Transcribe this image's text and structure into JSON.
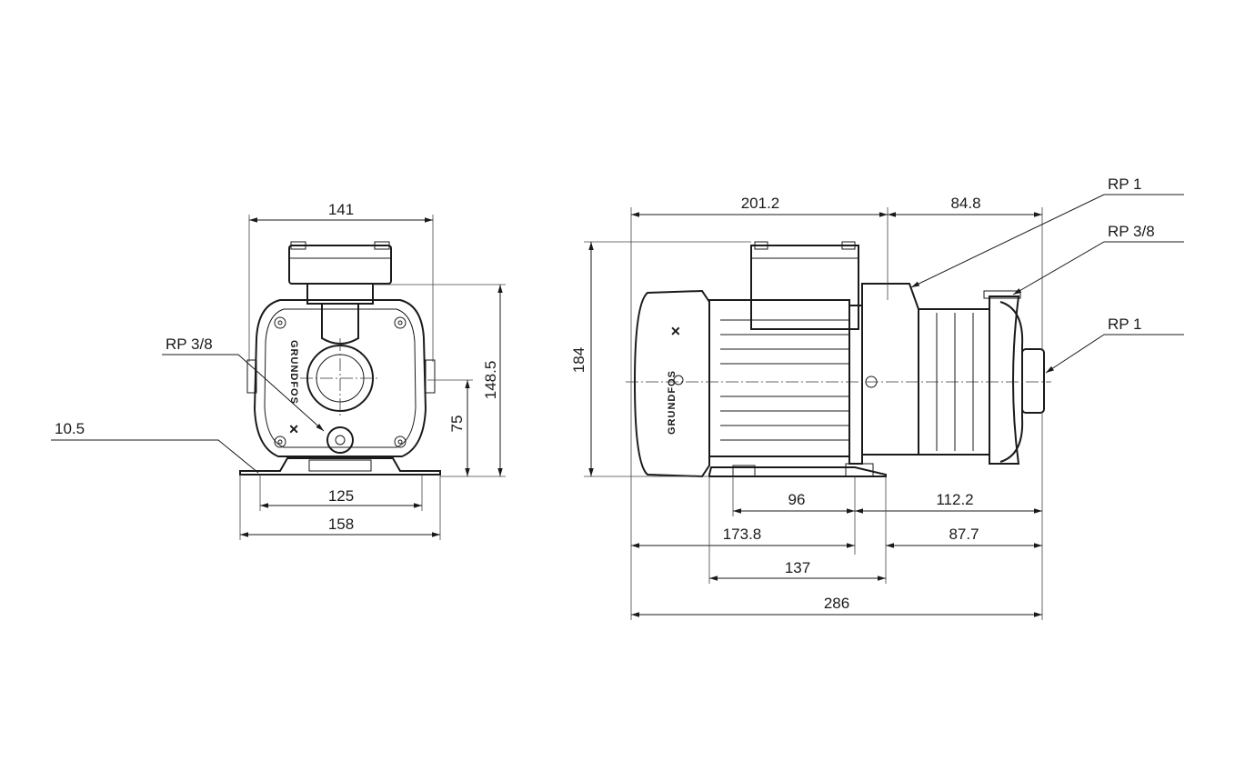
{
  "front_view": {
    "dims": {
      "overall_width": "141",
      "height_total": "148.5",
      "axis_height": "75",
      "foot_spacing": "125",
      "foot_width": "158",
      "foot_thickness": "10.5"
    },
    "labels": {
      "drain_connection": "RP 3/8"
    },
    "logo": "GRUNDFOS"
  },
  "side_view": {
    "dims": {
      "motor_length": "201.2",
      "pump_head_length": "84.8",
      "overall_height": "184",
      "foot_to_centre": "96",
      "centre_to_outlet": "112.2",
      "motor_to_feet": "173.8",
      "feet_to_end": "87.7",
      "foot_span": "137",
      "overall_length": "286"
    },
    "labels": {
      "outlet": "RP 1",
      "drain": "RP 3/8",
      "inlet": "RP 1"
    },
    "logo": "GRUNDFOS"
  }
}
